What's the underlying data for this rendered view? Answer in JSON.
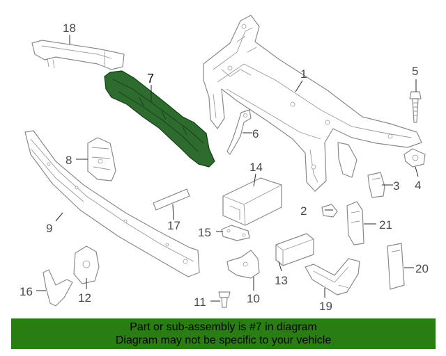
{
  "callouts": {
    "c1": "1",
    "c2": "2",
    "c3": "3",
    "c4": "4",
    "c5": "5",
    "c6": "6",
    "c7": "7",
    "c8": "8",
    "c9": "9",
    "c10": "10",
    "c11": "11",
    "c12": "12",
    "c13": "13",
    "c14": "14",
    "c15": "15",
    "c16": "16",
    "c17": "17",
    "c18": "18",
    "c19": "19",
    "c20": "20",
    "c21": "21"
  },
  "banner": {
    "line1": "Part or sub-assembly is #7 in diagram",
    "line2": "Diagram may not be specific to your vehicle"
  },
  "colors": {
    "highlight": "#2e6b2e",
    "banner": "#2a7d13"
  }
}
